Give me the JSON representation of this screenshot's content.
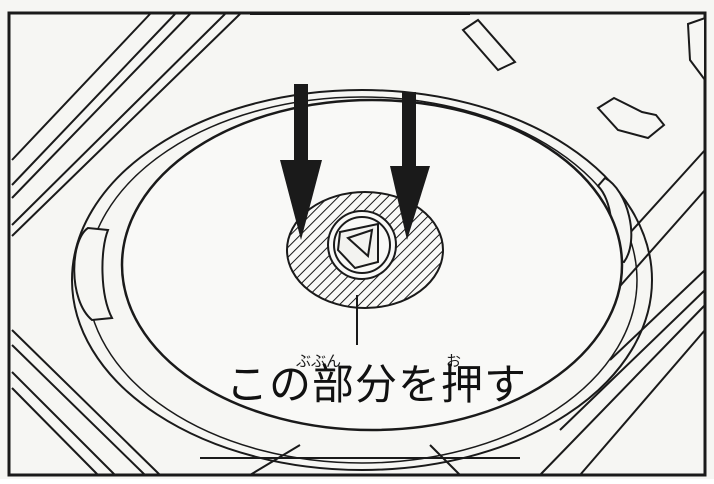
{
  "illustration": {
    "instruction": {
      "furigana_bubun": "ぶぶん",
      "furigana_o": "お",
      "text": "この部分を押す"
    },
    "colors": {
      "ink": "#111111",
      "paper": "#f6f6f3"
    },
    "icons": [
      "down-arrow-icon",
      "down-arrow-icon"
    ]
  }
}
